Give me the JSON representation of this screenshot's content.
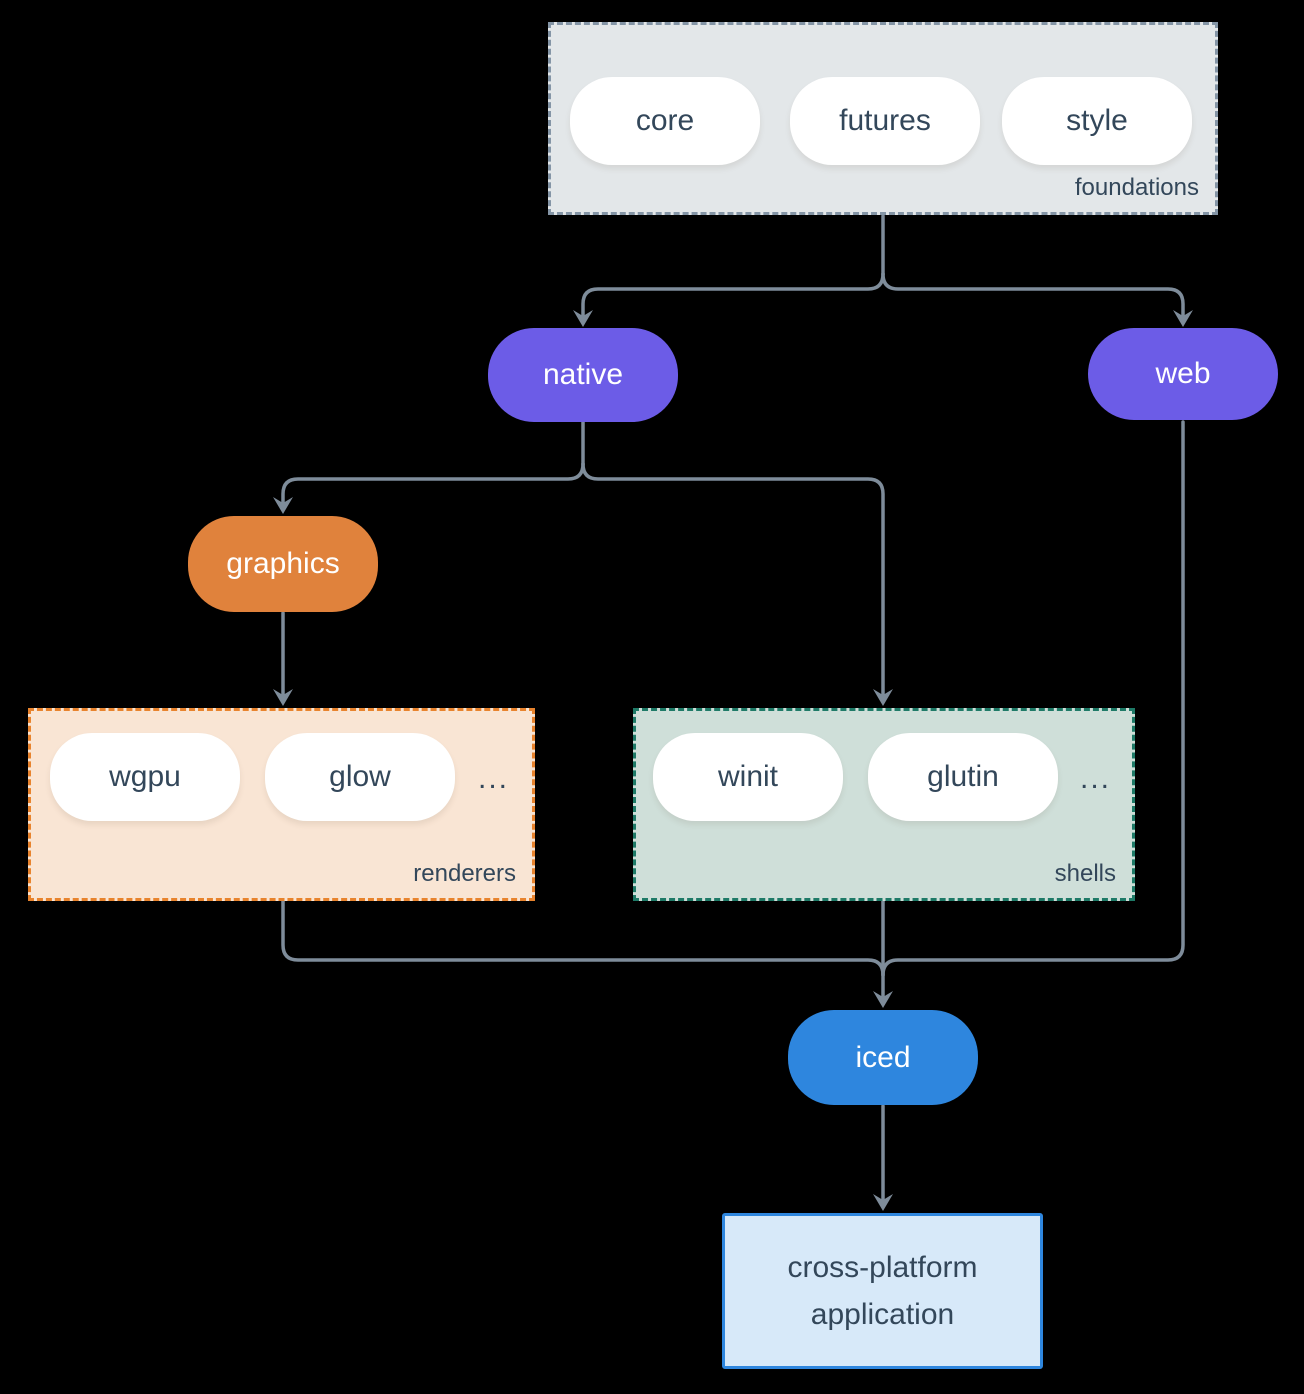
{
  "palette": {
    "background": "#000000",
    "connector": "#7e8c9a",
    "text_dark": "#33475a",
    "text_light": "#ffffff",
    "native_web_fill": "#6c5ce7",
    "graphics_fill": "#e0823c",
    "iced_fill": "#2e86de",
    "foundations_fill": "#e3e7e9",
    "foundations_border": "#8495a6",
    "renderers_fill": "#f9e5d4",
    "renderers_border": "#e8832d",
    "shells_fill": "#cfdfd9",
    "shells_border": "#1e7a67",
    "application_fill": "#d7e9f9",
    "application_border": "#2e86de"
  },
  "groups": {
    "foundations": {
      "label": "foundations",
      "pills": [
        "core",
        "futures",
        "style"
      ]
    },
    "renderers": {
      "label": "renderers",
      "pills": [
        "wgpu",
        "glow"
      ],
      "ellipsis": "..."
    },
    "shells": {
      "label": "shells",
      "pills": [
        "winit",
        "glutin"
      ],
      "ellipsis": "..."
    }
  },
  "nodes": {
    "native": "native",
    "web": "web",
    "graphics": "graphics",
    "iced": "iced",
    "application": {
      "line1": "cross-platform",
      "line2": "application"
    }
  }
}
